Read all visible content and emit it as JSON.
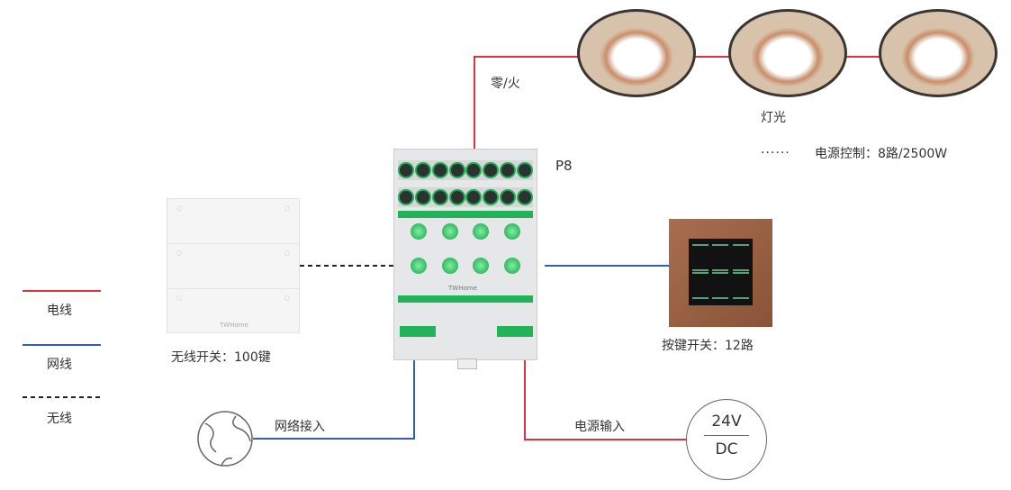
{
  "lights": {
    "label": "灯光",
    "power_note_dots": "......",
    "power_note": "电源控制：8路/2500W",
    "wire_label": "零/火"
  },
  "controller": {
    "model": "P8",
    "brand": "TWHome"
  },
  "wireless_switch": {
    "label": "无线开关：100键",
    "brand": "TWHome"
  },
  "key_switch": {
    "label": "按键开关：12路"
  },
  "network": {
    "label": "网络接入"
  },
  "power": {
    "label": "电源输入",
    "voltage": "24V",
    "type": "DC"
  },
  "legend": [
    {
      "label": "电线",
      "color": "#e0323c",
      "style": "solid"
    },
    {
      "label": "网线",
      "color": "#2f5fb8",
      "style": "solid"
    },
    {
      "label": "无线",
      "color": "#222222",
      "style": "dashed"
    }
  ]
}
